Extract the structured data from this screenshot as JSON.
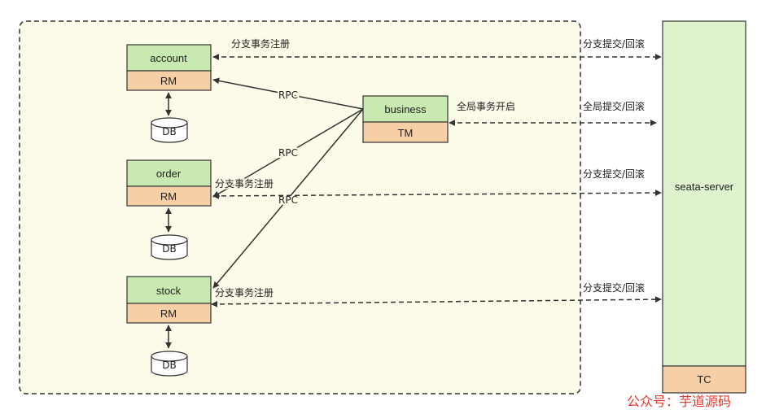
{
  "services": {
    "account": {
      "name": "account",
      "rm": "RM",
      "db": "DB"
    },
    "order": {
      "name": "order",
      "rm": "RM",
      "db": "DB"
    },
    "stock": {
      "name": "stock",
      "rm": "RM",
      "db": "DB"
    },
    "business": {
      "name": "business",
      "tm": "TM"
    }
  },
  "server": {
    "name": "seata-server",
    "tc": "TC"
  },
  "edges": {
    "rpc_account": "RPC",
    "rpc_order": "RPC",
    "rpc_stock": "RPC",
    "branch_register_account": "分支事务注册",
    "branch_register_order": "分支事务注册",
    "branch_register_stock": "分支事务注册",
    "global_begin": "全局事务开启",
    "branch_commit_account": "分支提交/回滚",
    "global_commit": "全局提交/回滚",
    "branch_commit_order": "分支提交/回滚",
    "branch_commit_stock": "分支提交/回滚"
  },
  "watermark": "公众号：芋道源码",
  "colors": {
    "service_fill": "#c8eab0",
    "resource_fill": "#f7cfa6",
    "app_area_fill": "#fdfbea",
    "server_fill": "#dff3cf",
    "stroke": "#333333",
    "watermark": "#e03a2e"
  }
}
